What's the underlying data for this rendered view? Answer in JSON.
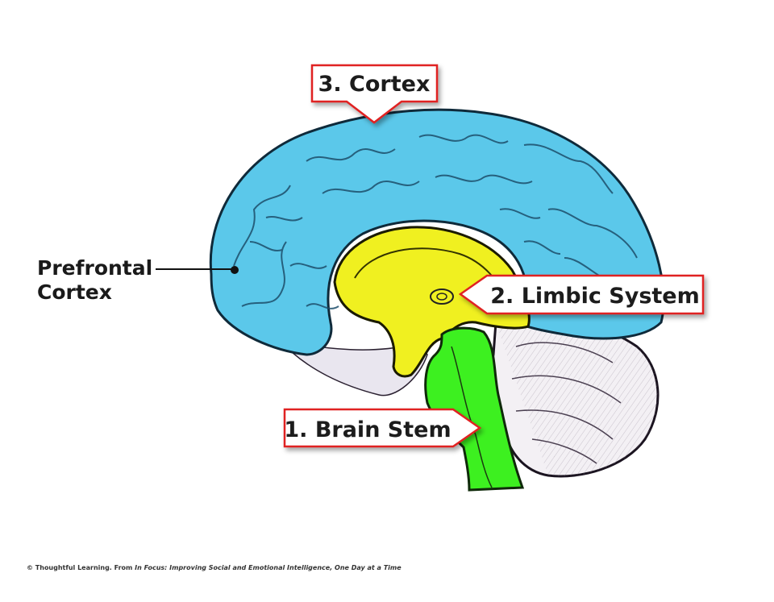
{
  "diagram": {
    "title": "Brain midsagittal section",
    "regions": [
      {
        "id": "cortex",
        "name": "Cortex",
        "color": "#5bc8ea"
      },
      {
        "id": "limbic",
        "name": "Limbic System",
        "color": "#f0f020"
      },
      {
        "id": "brainstem",
        "name": "Brain Stem",
        "color": "#3df020"
      },
      {
        "id": "cerebellum",
        "name": "Cerebellum",
        "color": "#f3f0f4"
      }
    ],
    "callouts": {
      "cortex": "3. Cortex",
      "limbic": "2. Limbic System",
      "brainstem": "1. Brain Stem"
    },
    "prefrontal_label": {
      "line1": "Prefrontal",
      "line2": "Cortex"
    },
    "callout_border_color": "#e02020"
  },
  "footer": {
    "prefix": "© Thoughtful Learning. From ",
    "title": "In Focus: Improving Social and Emotional Intelligence, One Day at a Time"
  }
}
